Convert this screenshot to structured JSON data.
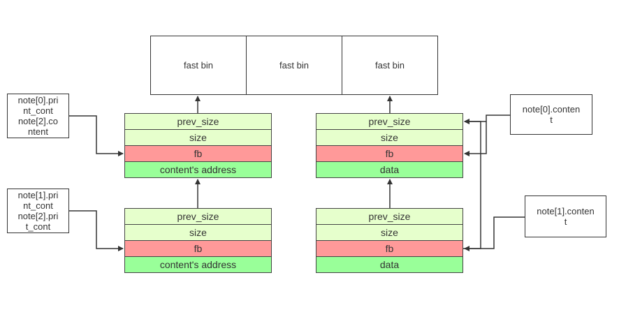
{
  "fast_bins": [
    {
      "label": "fast bin"
    },
    {
      "label": "fast bin"
    },
    {
      "label": "fast bin"
    }
  ],
  "chunks": {
    "left_top": [
      "prev_size",
      "size",
      "fb",
      "content's address"
    ],
    "left_bottom": [
      "prev_size",
      "size",
      "fb",
      "content's address"
    ],
    "right_top": [
      "prev_size",
      "size",
      "fb",
      "data"
    ],
    "right_bottom": [
      "prev_size",
      "size",
      "fb",
      "data"
    ]
  },
  "notes": {
    "left_top": {
      "line1": "note[0].pri",
      "line2": "nt_cont",
      "line3": "note[2].co",
      "line4": "ntent"
    },
    "left_bottom": {
      "line1": "note[1].pri",
      "line2": "nt_cont",
      "line3": "note[2].pri",
      "line4": "t_cont"
    },
    "right_top": {
      "line1": "note[0].conten",
      "line2": "t"
    },
    "right_bottom": {
      "line1": "note[1].conten",
      "line2": "t"
    }
  },
  "colors": {
    "header_fill": "#e6ffcc",
    "fb_fill": "#ff9999",
    "content_fill": "#99ff99",
    "stroke": "#333333"
  }
}
